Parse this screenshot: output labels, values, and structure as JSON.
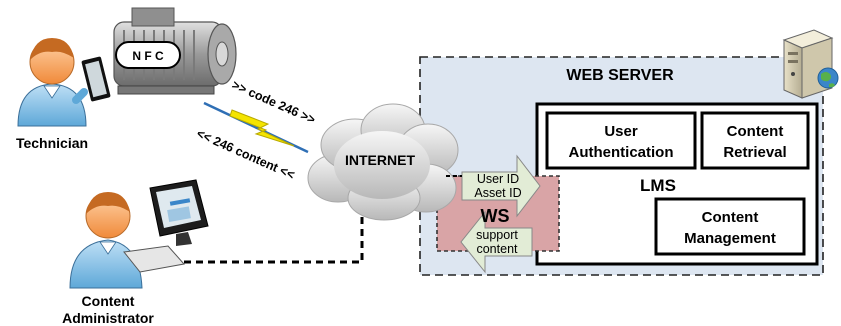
{
  "actors": {
    "technician": {
      "label": "Technician"
    },
    "admin": {
      "line1": "Content",
      "line2": "Administrator"
    }
  },
  "motor": {
    "tag": "N F C"
  },
  "links": {
    "code": ">> code 246 >>",
    "content": "<< 246 content <<"
  },
  "internet": {
    "label": "INTERNET"
  },
  "server": {
    "title": "WEB SERVER",
    "lms": "LMS",
    "modules": {
      "user_auth": {
        "line1": "User",
        "line2": "Authentication"
      },
      "content_retrieval": {
        "line1": "Content",
        "line2": "Retrieval"
      },
      "content_mgmt": {
        "line1": "Content",
        "line2": "Management"
      }
    },
    "ws": {
      "label": "WS",
      "in_line1": "User ID",
      "in_line2": "Asset ID",
      "out_line1": "support",
      "out_line2": "content"
    }
  },
  "colors": {
    "server_bg": "#dde6f1",
    "ws_bg": "#d9a4a6",
    "arrow_fill": "#e2ecd6",
    "lightning": "#f4e400",
    "cloud": "#dcdcdc"
  }
}
